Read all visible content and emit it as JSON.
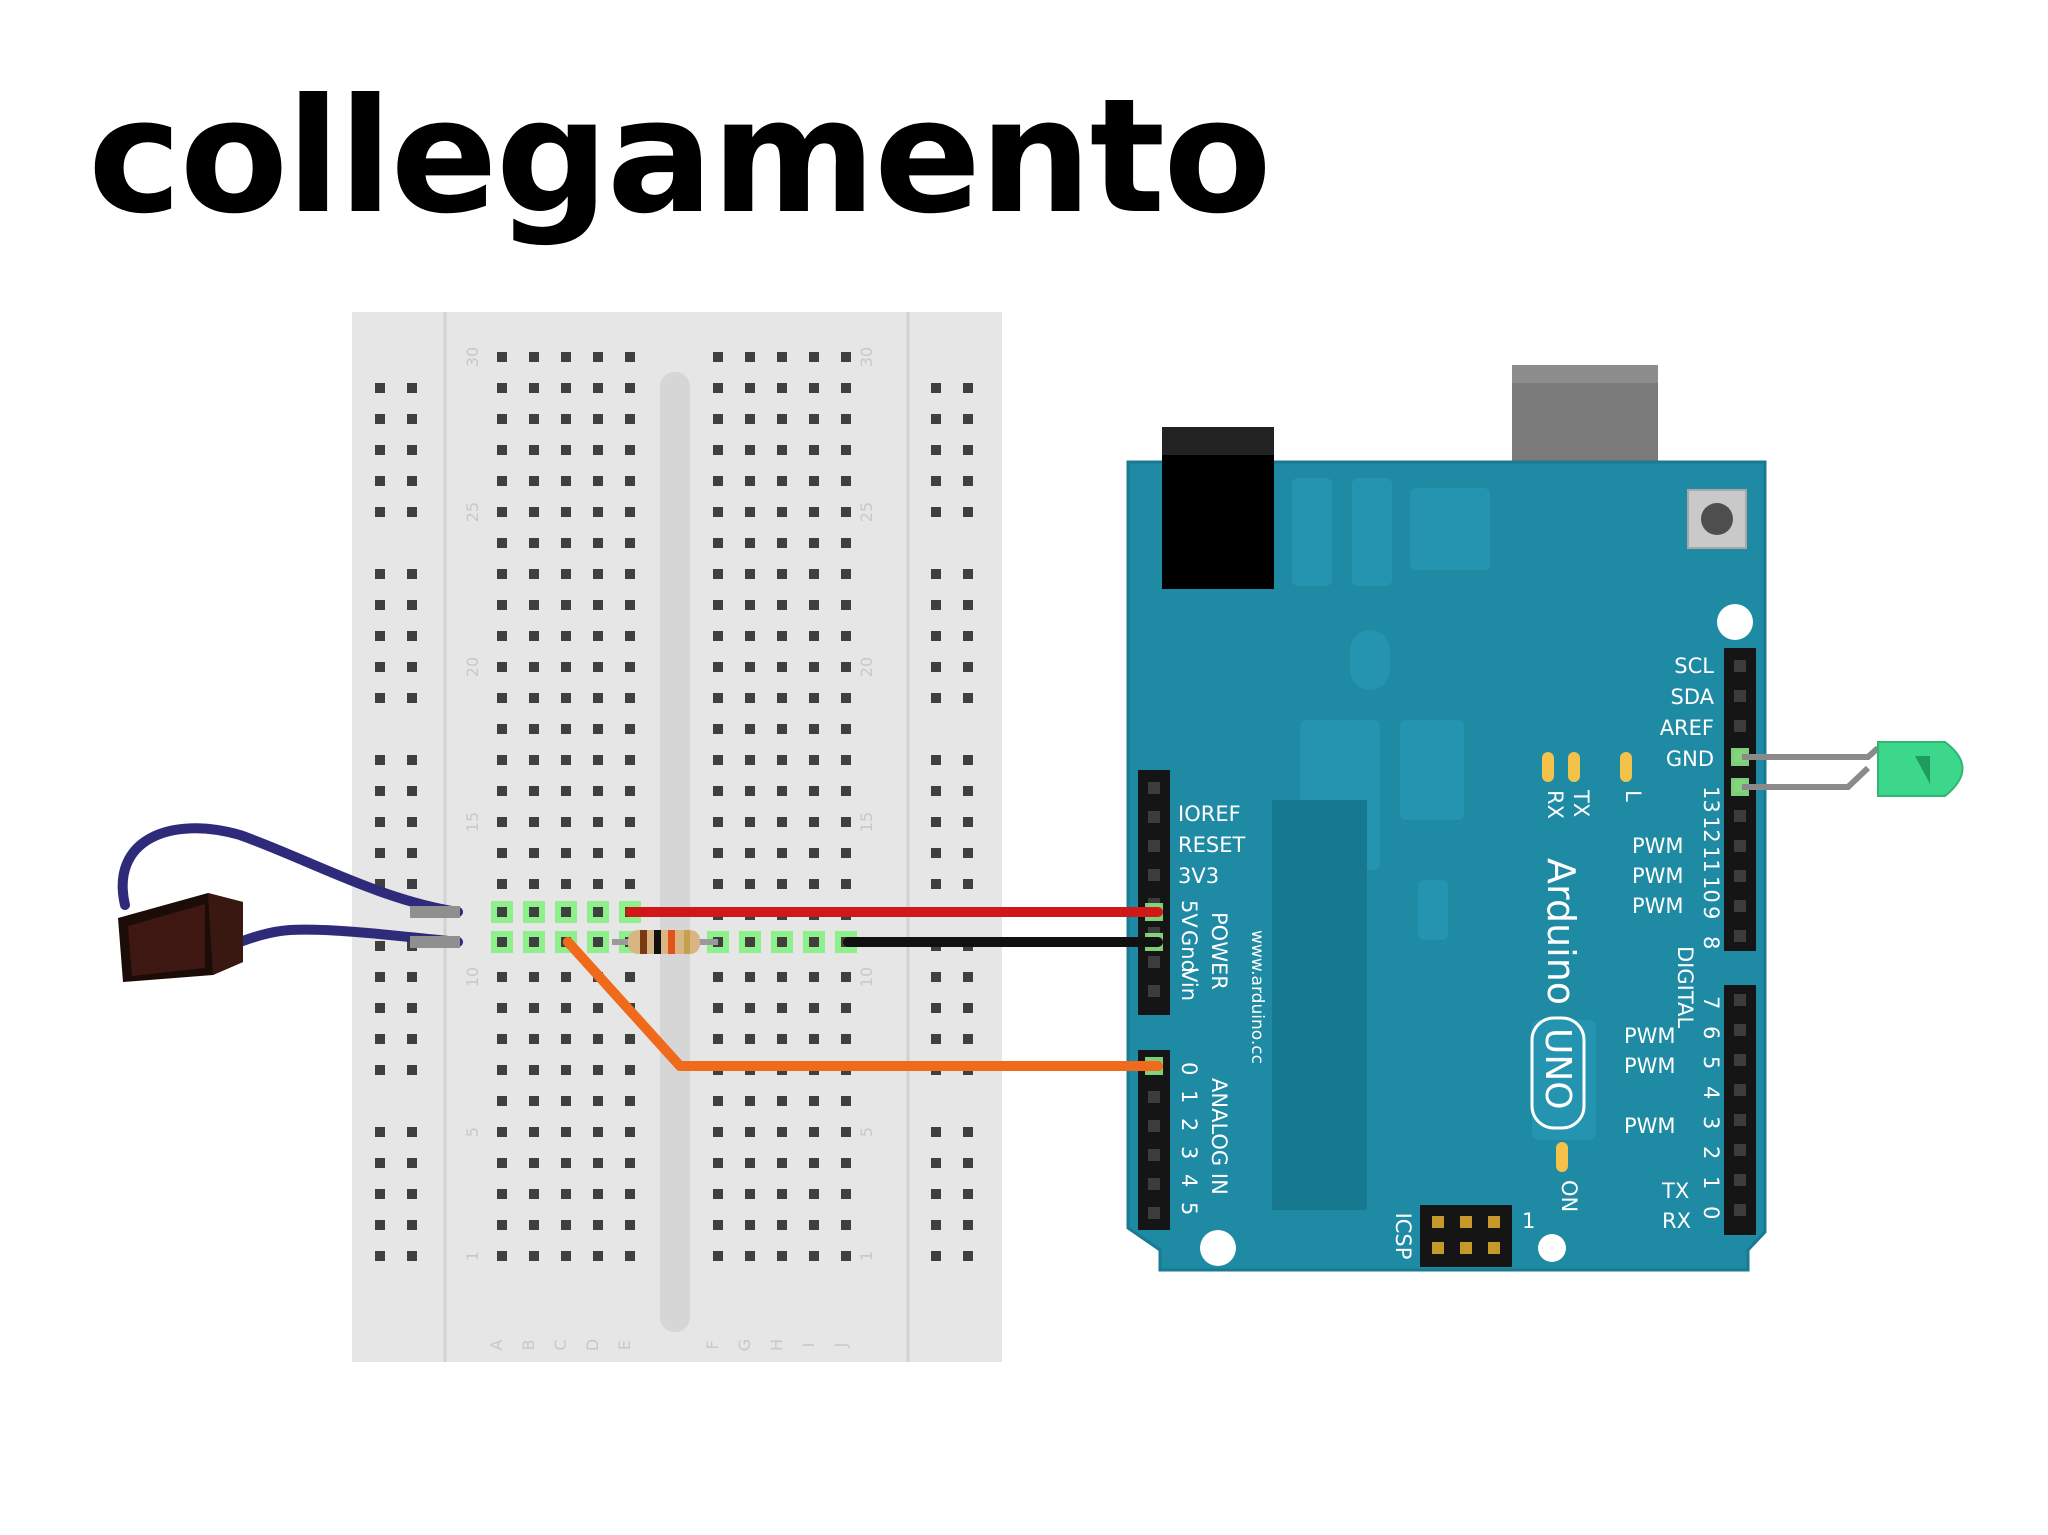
{
  "title": "collegamento",
  "colors": {
    "board": "#1f8aa4",
    "breadboard": "#e6e6e6",
    "wire_5v": "#d01818",
    "wire_gnd": "#111111",
    "wire_signal": "#f06a1c",
    "sensor_leads": "#2e2b7a",
    "led": "#3cd78a",
    "highlight": "#8ef08a"
  },
  "breadboard": {
    "row_numbers": [
      "30",
      "25",
      "20",
      "15",
      "10",
      "5",
      "1"
    ],
    "column_letters_left": [
      "A",
      "B",
      "C",
      "D",
      "E"
    ],
    "column_letters_right": [
      "F",
      "G",
      "H",
      "I",
      "J"
    ]
  },
  "arduino": {
    "brand": "Arduino",
    "model": "UNO",
    "website": "www.arduino.cc",
    "power_header": {
      "labels": [
        "IOREF",
        "RESET",
        "3V3",
        "5V",
        "Gnd",
        "Vin"
      ],
      "group": "POWER"
    },
    "analog_header": {
      "labels": [
        "0",
        "1",
        "2",
        "3",
        "4",
        "5"
      ],
      "group": "ANALOG IN"
    },
    "digital_header": {
      "group": "DIGITAL",
      "top_labels": [
        "SCL",
        "SDA",
        "AREF",
        "GND"
      ],
      "top_pin_numbers": [
        "13",
        "12",
        "11",
        "10",
        "9",
        "8"
      ],
      "top_pwm": [
        "PWM",
        "PWM",
        "PWM"
      ],
      "bottom_pin_numbers": [
        "7",
        "6",
        "5",
        "4",
        "3",
        "2",
        "1",
        "0"
      ],
      "bottom_pwm": [
        "PWM",
        "PWM",
        "PWM"
      ],
      "tx": "TX",
      "rx": "RX"
    },
    "indicators": {
      "rx": "RX",
      "tx": "TX",
      "l": "L",
      "on": "ON"
    },
    "icsp": {
      "label": "ICSP",
      "pin1": "1"
    }
  }
}
